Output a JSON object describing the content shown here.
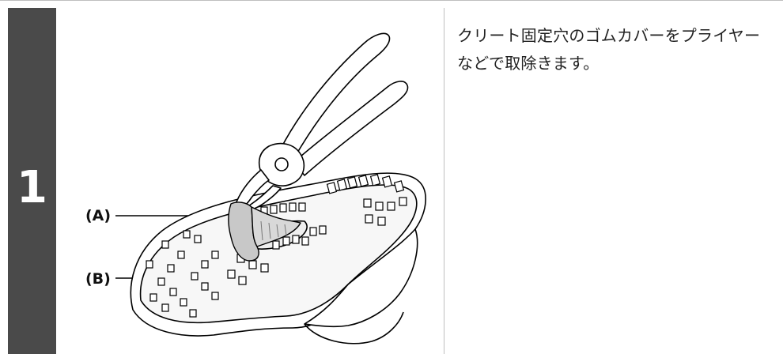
{
  "step": {
    "number": "1"
  },
  "instruction": {
    "text": "クリート固定穴のゴムカバーをプライヤーなどで取除きます。"
  },
  "callouts": {
    "a": "(A)",
    "b": "(B)"
  },
  "colors": {
    "step_bar": "#4a4a4a",
    "rubber_cover": "#c8c8c8",
    "line_art": "#000000"
  },
  "icons": {
    "illustration": "pliers-removing-rubber-cover-from-shoe-sole"
  }
}
